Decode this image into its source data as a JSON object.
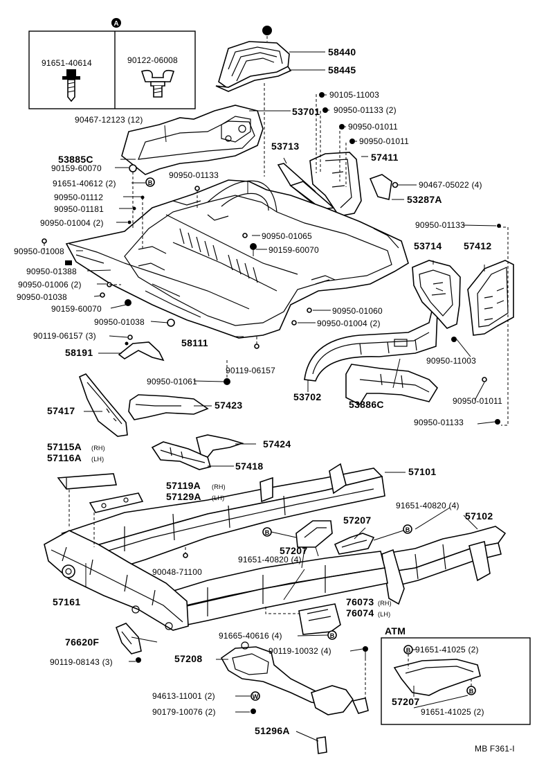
{
  "markers": {
    "a": "A",
    "b": "B",
    "w": "W"
  },
  "labels": {
    "p9165140614": "91651-40614",
    "p9012206008": "90122-06008",
    "p58440": "58440",
    "p58445": "58445",
    "p9010511003": "90105-11003",
    "p9095001133_2a": "90950-01133 (2)",
    "p9046712123": "90467-12123 (12)",
    "p53701": "53701",
    "p9095001011a": "90950-01011",
    "p9095001011b": "90950-01011",
    "p53885C": "53885C",
    "p53713": "53713",
    "p57411": "57411",
    "p9015960070a": "90159-60070",
    "p9095001133a": "90950-01133",
    "p9046705022": "90467-05022 (4)",
    "p9165140612": "91651-40612 (2)",
    "p53287A": "53287A",
    "p9095001112": "90950-01112",
    "p9095001181": "90950-01181",
    "p9095001133b": "90950-01133",
    "p9095001004_2a": "90950-01004 (2)",
    "p9095001065": "90950-01065",
    "p53714": "53714",
    "p57412": "57412",
    "p9095001008": "90950-01008",
    "p9015960070b": "90159-60070",
    "p9095001388": "90950-01388",
    "p9095001006": "90950-01006 (2)",
    "p9095001038a": "90950-01038",
    "p9015960070c": "90159-60070",
    "p9095001060": "90950-01060",
    "p9095001004_2b": "90950-01004 (2)",
    "p9095001038b": "90950-01038",
    "p9011906157_3": "90119-06157 (3)",
    "p58111": "58111",
    "p9095011003": "90950-11003",
    "p58191": "58191",
    "p9011906157": "90119-06157",
    "p9095001061": "90950-01061",
    "p53702": "53702",
    "p53886C": "53886C",
    "p9095001011c": "90950-01011",
    "p57417": "57417",
    "p57423": "57423",
    "p9095001133c": "90950-01133",
    "p57424": "57424",
    "p57115A": "57115A",
    "p57116A": "57116A",
    "p57418": "57418",
    "p57101": "57101",
    "p57119A": "57119A",
    "p57129A": "57129A",
    "p9165140820a": "91651-40820 (4)",
    "p57207a": "57207",
    "p57102": "57102",
    "p57207b": "57207",
    "p9165140820b": "91651-40820 (4)",
    "p9004871100": "90048-71100",
    "p57161": "57161",
    "p76073": "76073",
    "p76074": "76074",
    "p9166540616": "91665-40616 (4)",
    "pATM": "ATM",
    "p76620F": "76620F",
    "p9165141025a": "91651-41025 (2)",
    "p9011910032": "90119-10032 (4)",
    "p57208": "57208",
    "p9011908143": "90119-08143 (3)",
    "p57207c": "57207",
    "p9461311001": "94613-11001 (2)",
    "p9017910076": "90179-10076 (2)",
    "p9165141025b": "91651-41025 (2)",
    "p51296A": "51296A",
    "rh1": "(RH)",
    "lh1": "(LH)",
    "rh2": "(RH)",
    "lh2": "(LH)",
    "rh3": "(RH)",
    "lh3": "(LH)",
    "footer": "MB  F361-I"
  }
}
